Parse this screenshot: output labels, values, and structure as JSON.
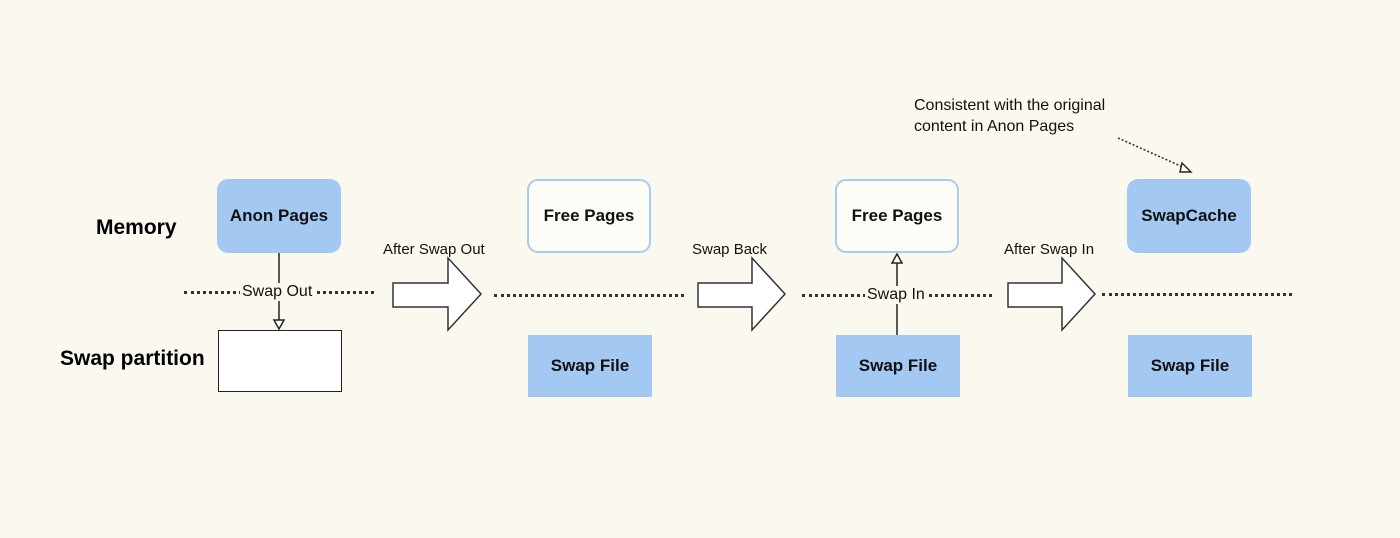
{
  "rows": {
    "memory": "Memory",
    "swap": "Swap partition"
  },
  "stages": [
    {
      "memory_box": "Anon Pages",
      "swap_box": "",
      "line_label": "Swap Out"
    },
    {
      "memory_box": "Free Pages",
      "swap_box": "Swap File",
      "line_label": ""
    },
    {
      "memory_box": "Free Pages",
      "swap_box": "Swap File",
      "line_label": "Swap In"
    },
    {
      "memory_box": "SwapCache",
      "swap_box": "Swap File",
      "line_label": ""
    }
  ],
  "transitions": [
    "After Swap Out",
    "Swap Back",
    "After Swap In"
  ],
  "annotation": {
    "line1": "Consistent with the original",
    "line2": "content in Anon Pages"
  },
  "colors": {
    "background": "#fbf9ef",
    "box_fill": "#a3c8f2",
    "box_outline": "#a9cbef"
  }
}
